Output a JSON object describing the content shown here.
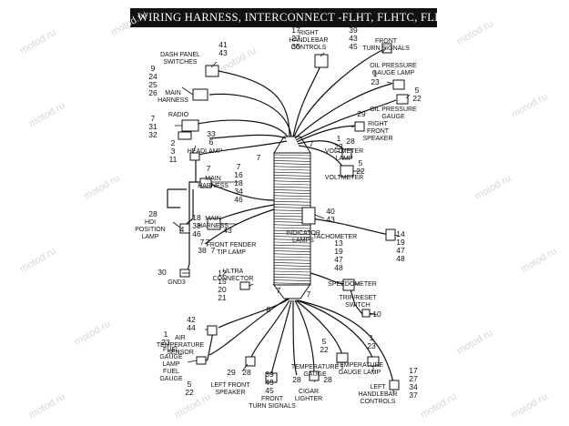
{
  "title": "WIRING HARNESS, INTERCONNECT -FLHT, FLHTC, FLHTCU & FLHX",
  "watermark": "motod.ru",
  "components": [
    {
      "label": "DASH PANEL\nSWITCHES",
      "nums": [
        "41",
        "43"
      ]
    },
    {
      "label": "MAIN\nHARNESS",
      "nums": [
        "9",
        "24",
        "25",
        "26"
      ]
    },
    {
      "label": "RADIO",
      "nums": [
        "7",
        "31",
        "32",
        "33",
        "6"
      ]
    },
    {
      "label": "HEADLAMP",
      "nums": [
        "2",
        "3",
        "11"
      ]
    },
    {
      "label": "RIGHT\nHANDLEBAR\nCONTROLS",
      "nums": [
        "17",
        "27",
        "35",
        "39",
        "43",
        "45"
      ]
    },
    {
      "label": "FRONT\nTURN SIGNALS",
      "nums": []
    },
    {
      "label": "OIL PRESSURE\nGAUGE LAMP",
      "nums": [
        "1",
        "23"
      ]
    },
    {
      "label": "OIL PRESSURE\nGAUGE",
      "nums": [
        "5",
        "22"
      ]
    },
    {
      "label": "RIGHT\nFRONT\nSPEAKER",
      "nums": [
        "29",
        "28"
      ]
    },
    {
      "label": "VOLTMETER\nLAMP",
      "nums": [
        "1",
        "23"
      ]
    },
    {
      "label": "VOLTMETER",
      "nums": [
        "5",
        "22"
      ]
    },
    {
      "label": "MAIN\nHARNESS",
      "nums": [
        "7",
        "16",
        "18",
        "34",
        "46"
      ]
    },
    {
      "label": "MAIN\nHARNESS",
      "nums": [
        "18",
        "38",
        "46"
      ]
    },
    {
      "label": "HDI\nPOSITION\nLAMP",
      "nums": [
        "28",
        "4"
      ]
    },
    {
      "label": "FRONT FENDER\nTIP LAMP",
      "nums": [
        "7",
        "38",
        "43"
      ]
    },
    {
      "label": "INDICATOR\nLAMPS",
      "nums": [
        "40",
        "43"
      ]
    },
    {
      "label": "TACHOMETER",
      "nums": [
        "14",
        "19",
        "47",
        "48"
      ]
    },
    {
      "label": "SPEEDOMETER",
      "nums": [
        "13",
        "19",
        "47",
        "48"
      ]
    },
    {
      "label": "GND3",
      "nums": [
        "30"
      ]
    },
    {
      "label": "ULTRA\nCONNECTOR",
      "nums": [
        "12",
        "15",
        "20",
        "21"
      ]
    },
    {
      "label": "TRIP/RESET\nSWITCH",
      "nums": [
        "10"
      ]
    },
    {
      "label": "AIR\nTEMPERATURE\nSENSOR",
      "nums": [
        "42",
        "44",
        "1",
        "23"
      ]
    },
    {
      "label": "FUEL\nGAUGE\nLAMP",
      "nums": []
    },
    {
      "label": "FUEL\nGAUGE",
      "nums": [
        "5",
        "22"
      ]
    },
    {
      "label": "LEFT FRONT\nSPEAKER",
      "nums": [
        "29",
        "28"
      ]
    },
    {
      "label": "FRONT\nTURN SIGNALS",
      "nums": [
        "39",
        "43",
        "45"
      ]
    },
    {
      "label": "CIGAR\nLIGHTER",
      "nums": [
        "28"
      ]
    },
    {
      "label": "TEMPERATURE\nGAUGE",
      "nums": [
        "5",
        "22",
        "28"
      ]
    },
    {
      "label": "TEMPERATURE\nGAUGE LAMP",
      "nums": [
        "1",
        "23"
      ]
    },
    {
      "label": "LEFT\nHANDLEBAR\nCONTROLS",
      "nums": [
        "17",
        "27",
        "34",
        "37"
      ]
    }
  ],
  "misc_numbers": [
    "7",
    "7",
    "7",
    "7",
    "8",
    "7",
    "7",
    "7"
  ]
}
